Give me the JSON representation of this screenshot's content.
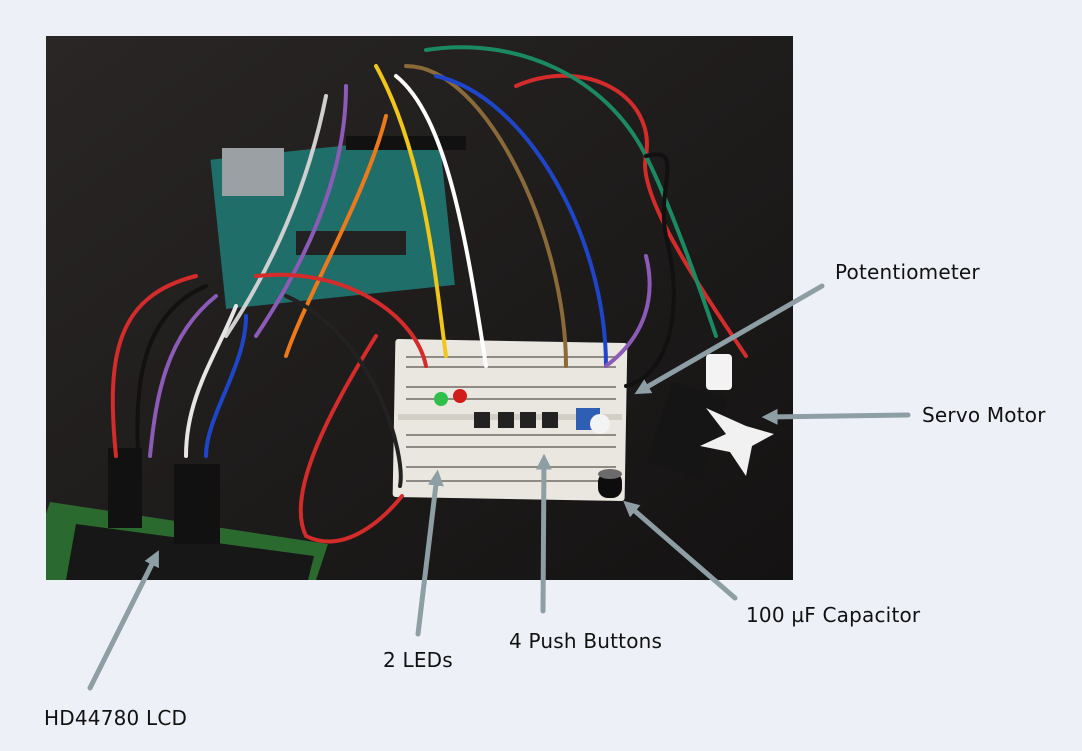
{
  "labels": {
    "potentiometer": "Potentiometer",
    "servo_motor": "Servo Motor",
    "capacitor": "100 µF Capacitor",
    "push_buttons": "4 Push Buttons",
    "leds": "2 LEDs",
    "lcd": "HD44780 LCD"
  },
  "colors": {
    "background": "#eef0f8",
    "arrow": "#8e9ea5",
    "label_text": "#111111"
  }
}
